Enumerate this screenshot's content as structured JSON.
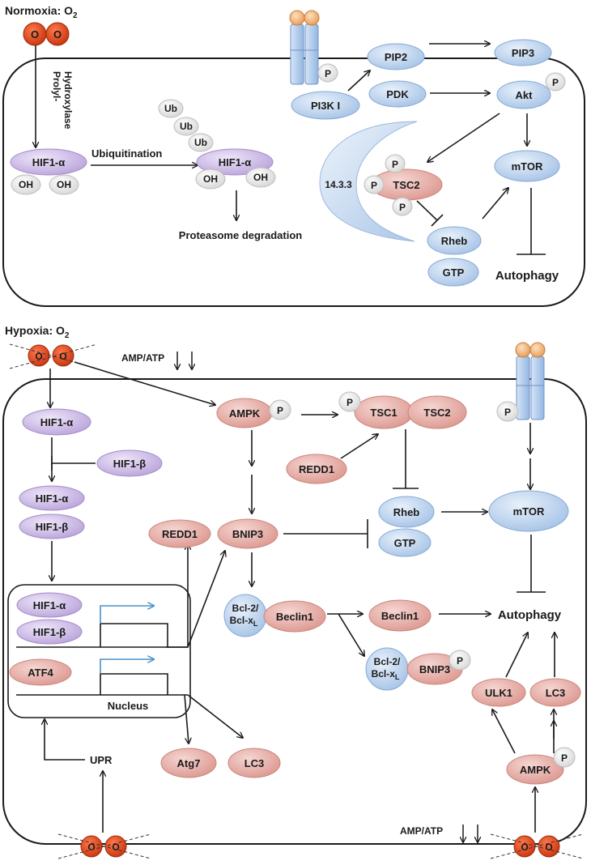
{
  "normoxia": {
    "title": "Normoxia: O",
    "title_sub": "2",
    "oxygen": [
      "O",
      "O"
    ],
    "enzyme_line1": "Prolyl-",
    "enzyme_line2": "Hydroxylase",
    "hif1a": "HIF1-α",
    "oh": "OH",
    "ubiquitination": "Ubiquitination",
    "ub": "Ub",
    "proteasome": "Proteasome degradation",
    "pip2": "PIP2",
    "pip3": "PIP3",
    "pdk": "PDK",
    "pi3k": "PI3K I",
    "akt": "Akt",
    "p": "P",
    "mtor": "mTOR",
    "protein_1433": "14.3.3",
    "tsc2": "TSC2",
    "rheb": "Rheb",
    "gtp": "GTP",
    "autophagy": "Autophagy"
  },
  "hypoxia": {
    "title": "Hypoxia: O",
    "title_sub": "2",
    "oxygen": [
      "O",
      "O"
    ],
    "amp_atp": "AMP/ATP",
    "arrows_down": "↓↓",
    "hif1a": "HIF1-α",
    "hif1b": "HIF1-β",
    "atf4": "ATF4",
    "nucleus": "Nucleus",
    "upr": "UPR",
    "ampk": "AMPK",
    "p": "P",
    "tsc1": "TSC1",
    "tsc2": "TSC2",
    "redd1": "REDD1",
    "bnip3": "BNIP3",
    "rheb": "Rheb",
    "gtp": "GTP",
    "mtor": "mTOR",
    "bcl2_line1": "Bcl-2/",
    "bcl2_line2": "Bcl-x",
    "bcl2_sub": "L",
    "beclin1": "Beclin1",
    "autophagy": "Autophagy",
    "ulk1": "ULK1",
    "lc3": "LC3",
    "atg7": "Atg7"
  },
  "colors": {
    "oxygen": "#e0431a",
    "purple": "#c9b7e3",
    "blue": "#bcd3ec",
    "pink": "#e8a9a2",
    "grey": "#e6e6e6",
    "receptor_cap": "#f2b074",
    "receptor_body": "#a9c7ec",
    "teal_arrow": "#4a90c8"
  }
}
